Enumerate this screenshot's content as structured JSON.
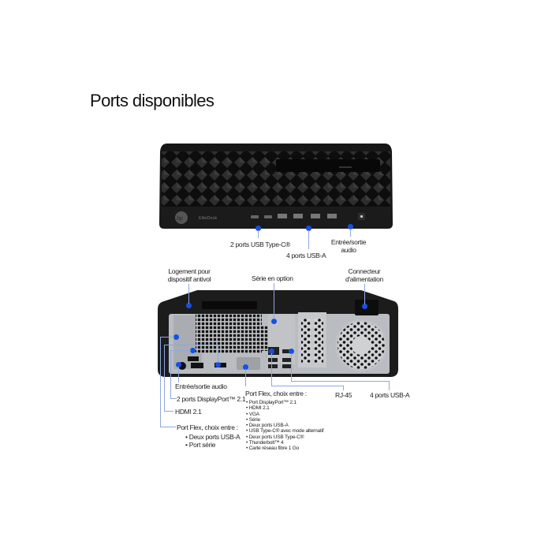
{
  "title": "Ports disponibles",
  "front": {
    "brand": "EliteDesk",
    "labels": {
      "usb_c": "2 ports USB Type-C®",
      "usb_a": "4 ports USB-A",
      "audio_line1": "Entrée/sortie",
      "audio_line2": "audio"
    }
  },
  "rear": {
    "top_labels": {
      "lock_line1": "Logement pour",
      "lock_line2": "dispositif antivol",
      "serial": "Série en option",
      "power_line1": "Connecteur",
      "power_line2": "d'alimentation"
    },
    "left_labels": {
      "audio": "Entrée/sortie audio",
      "displayport": "2 ports DisplayPort™ 2.1",
      "hdmi": "HDMI 2.1",
      "flex1_title": "Port Flex, choix entre :",
      "flex1_options": [
        "Deux ports USB-A",
        "Port série"
      ]
    },
    "flex2": {
      "title": "Port Flex, choix entre :",
      "options": [
        "Port DisplayPort™ 2.1",
        "HDMI 2.1",
        "VGA",
        "Série",
        "Deux ports USB-A",
        "USB Type-C® avec mode alternatif",
        "Deux ports USB Type-C®",
        "Thunderbolt™ 4",
        "Carte réseau fibre 1 Go"
      ]
    },
    "right_labels": {
      "rj45": "RJ-45",
      "usb_a": "4 ports USB-A"
    }
  },
  "colors": {
    "accent_dot": "#1450e6",
    "callout_line": "#8fa8e0",
    "chassis": "#1c1c1c",
    "panel": "#b9bcc0"
  }
}
